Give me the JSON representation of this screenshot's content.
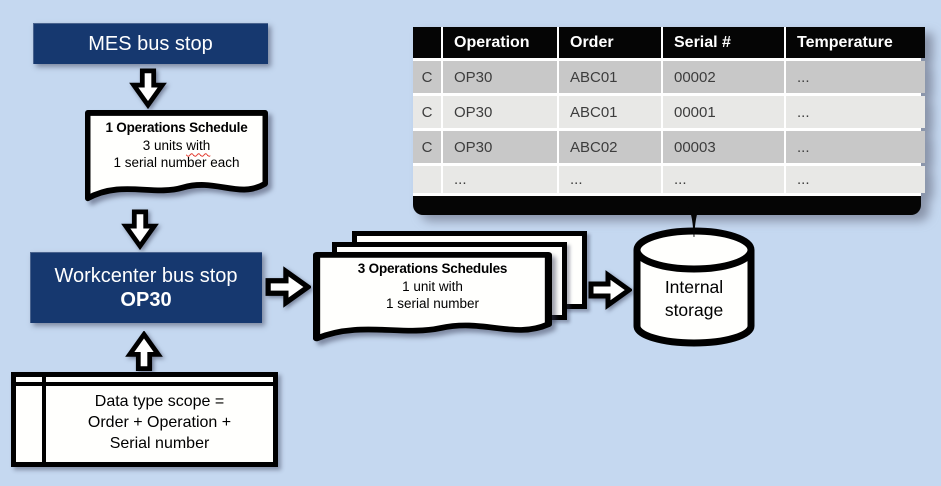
{
  "colors": {
    "background": "#c5d8f0",
    "node_blue": "#16386f",
    "table_header_bg": "#000000",
    "table_row_dark": "#c8c8c8",
    "table_row_light": "#e8e8e6"
  },
  "mes_stop": {
    "label": "MES bus stop"
  },
  "schedule_doc": {
    "title": "1 Operations Schedule",
    "line2_prefix": "3 units ",
    "line2_wavy": "with",
    "line3": "1 serial number each"
  },
  "workcenter_stop": {
    "line1": "Workcenter bus stop",
    "line2": "OP30"
  },
  "schedules_doc": {
    "title": "3 Operations Schedules",
    "line2": "1 unit with",
    "line3": "1 serial number"
  },
  "storage": {
    "line1": "Internal",
    "line2": "storage"
  },
  "data_scope": {
    "line1": "Data type scope =",
    "line2": "Order + Operation +",
    "line3": "Serial number"
  },
  "table": {
    "columns": [
      "",
      "Operation",
      "Order",
      "Serial #",
      "Temperature"
    ],
    "rows": [
      [
        "C",
        "OP30",
        "ABC01",
        "00002",
        "..."
      ],
      [
        "C",
        "OP30",
        "ABC01",
        "00001",
        "..."
      ],
      [
        "C",
        "OP30",
        "ABC02",
        "00003",
        "..."
      ],
      [
        "",
        "...",
        "...",
        "...",
        "..."
      ]
    ]
  }
}
